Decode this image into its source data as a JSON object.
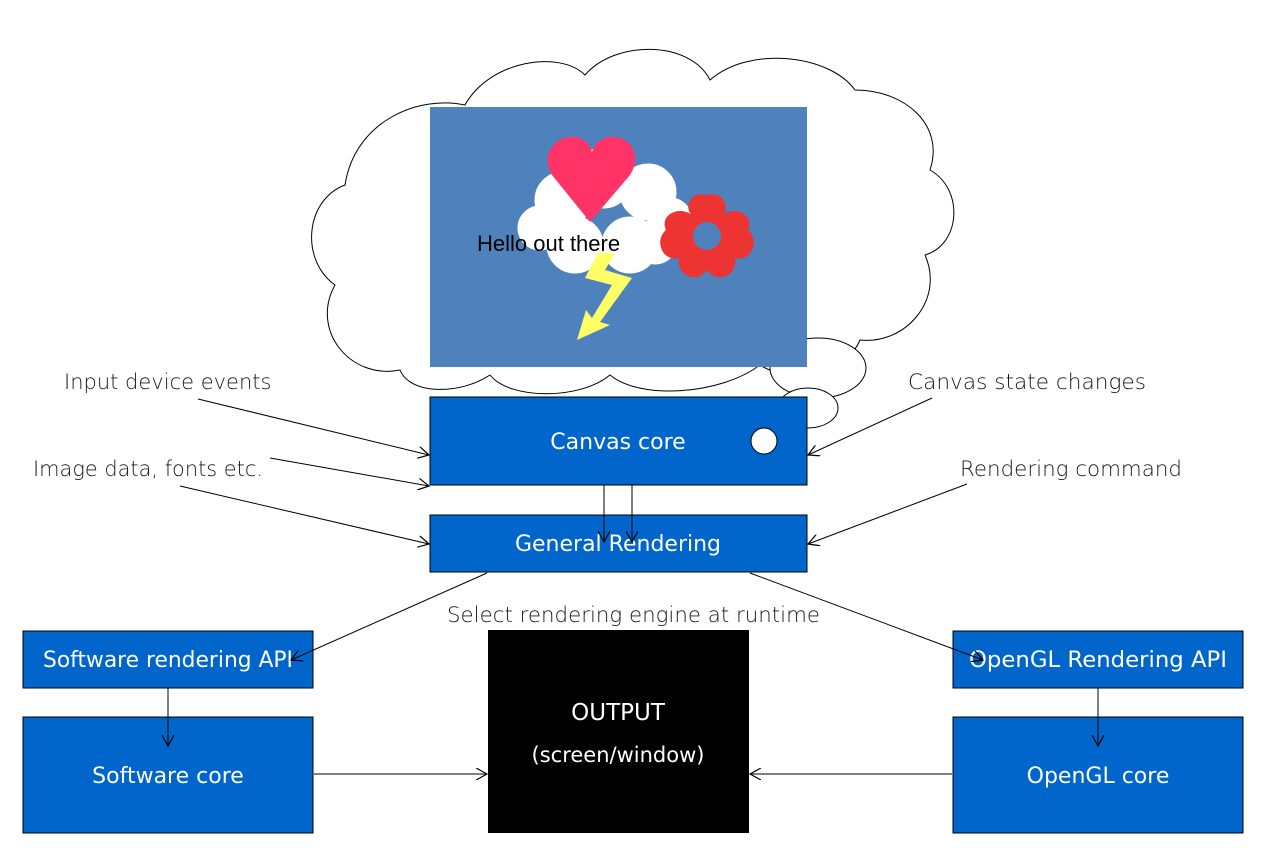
{
  "illustration": {
    "hello_text": "Hello out there"
  },
  "boxes": {
    "canvas_core": "Canvas core",
    "general_rendering": "General Rendering",
    "software_api": "Software rendering API",
    "software_core": "Software core",
    "opengl_api": "OpenGL Rendering API",
    "opengl_core": "OpenGL core",
    "output_title": "OUTPUT",
    "output_subtitle": "(screen/window)"
  },
  "labels": {
    "input_events": "Input device events",
    "image_data": "Image data, fonts etc.",
    "canvas_state": "Canvas state changes",
    "rendering_command": "Rendering command",
    "select_engine": "Select rendering engine at runtime"
  },
  "colors": {
    "box_blue": "#0066cc",
    "canvas_bg": "#4f81bd",
    "heart": "#ff3366",
    "flower": "#ee3333",
    "bolt": "#ffff66",
    "output": "#000000"
  }
}
